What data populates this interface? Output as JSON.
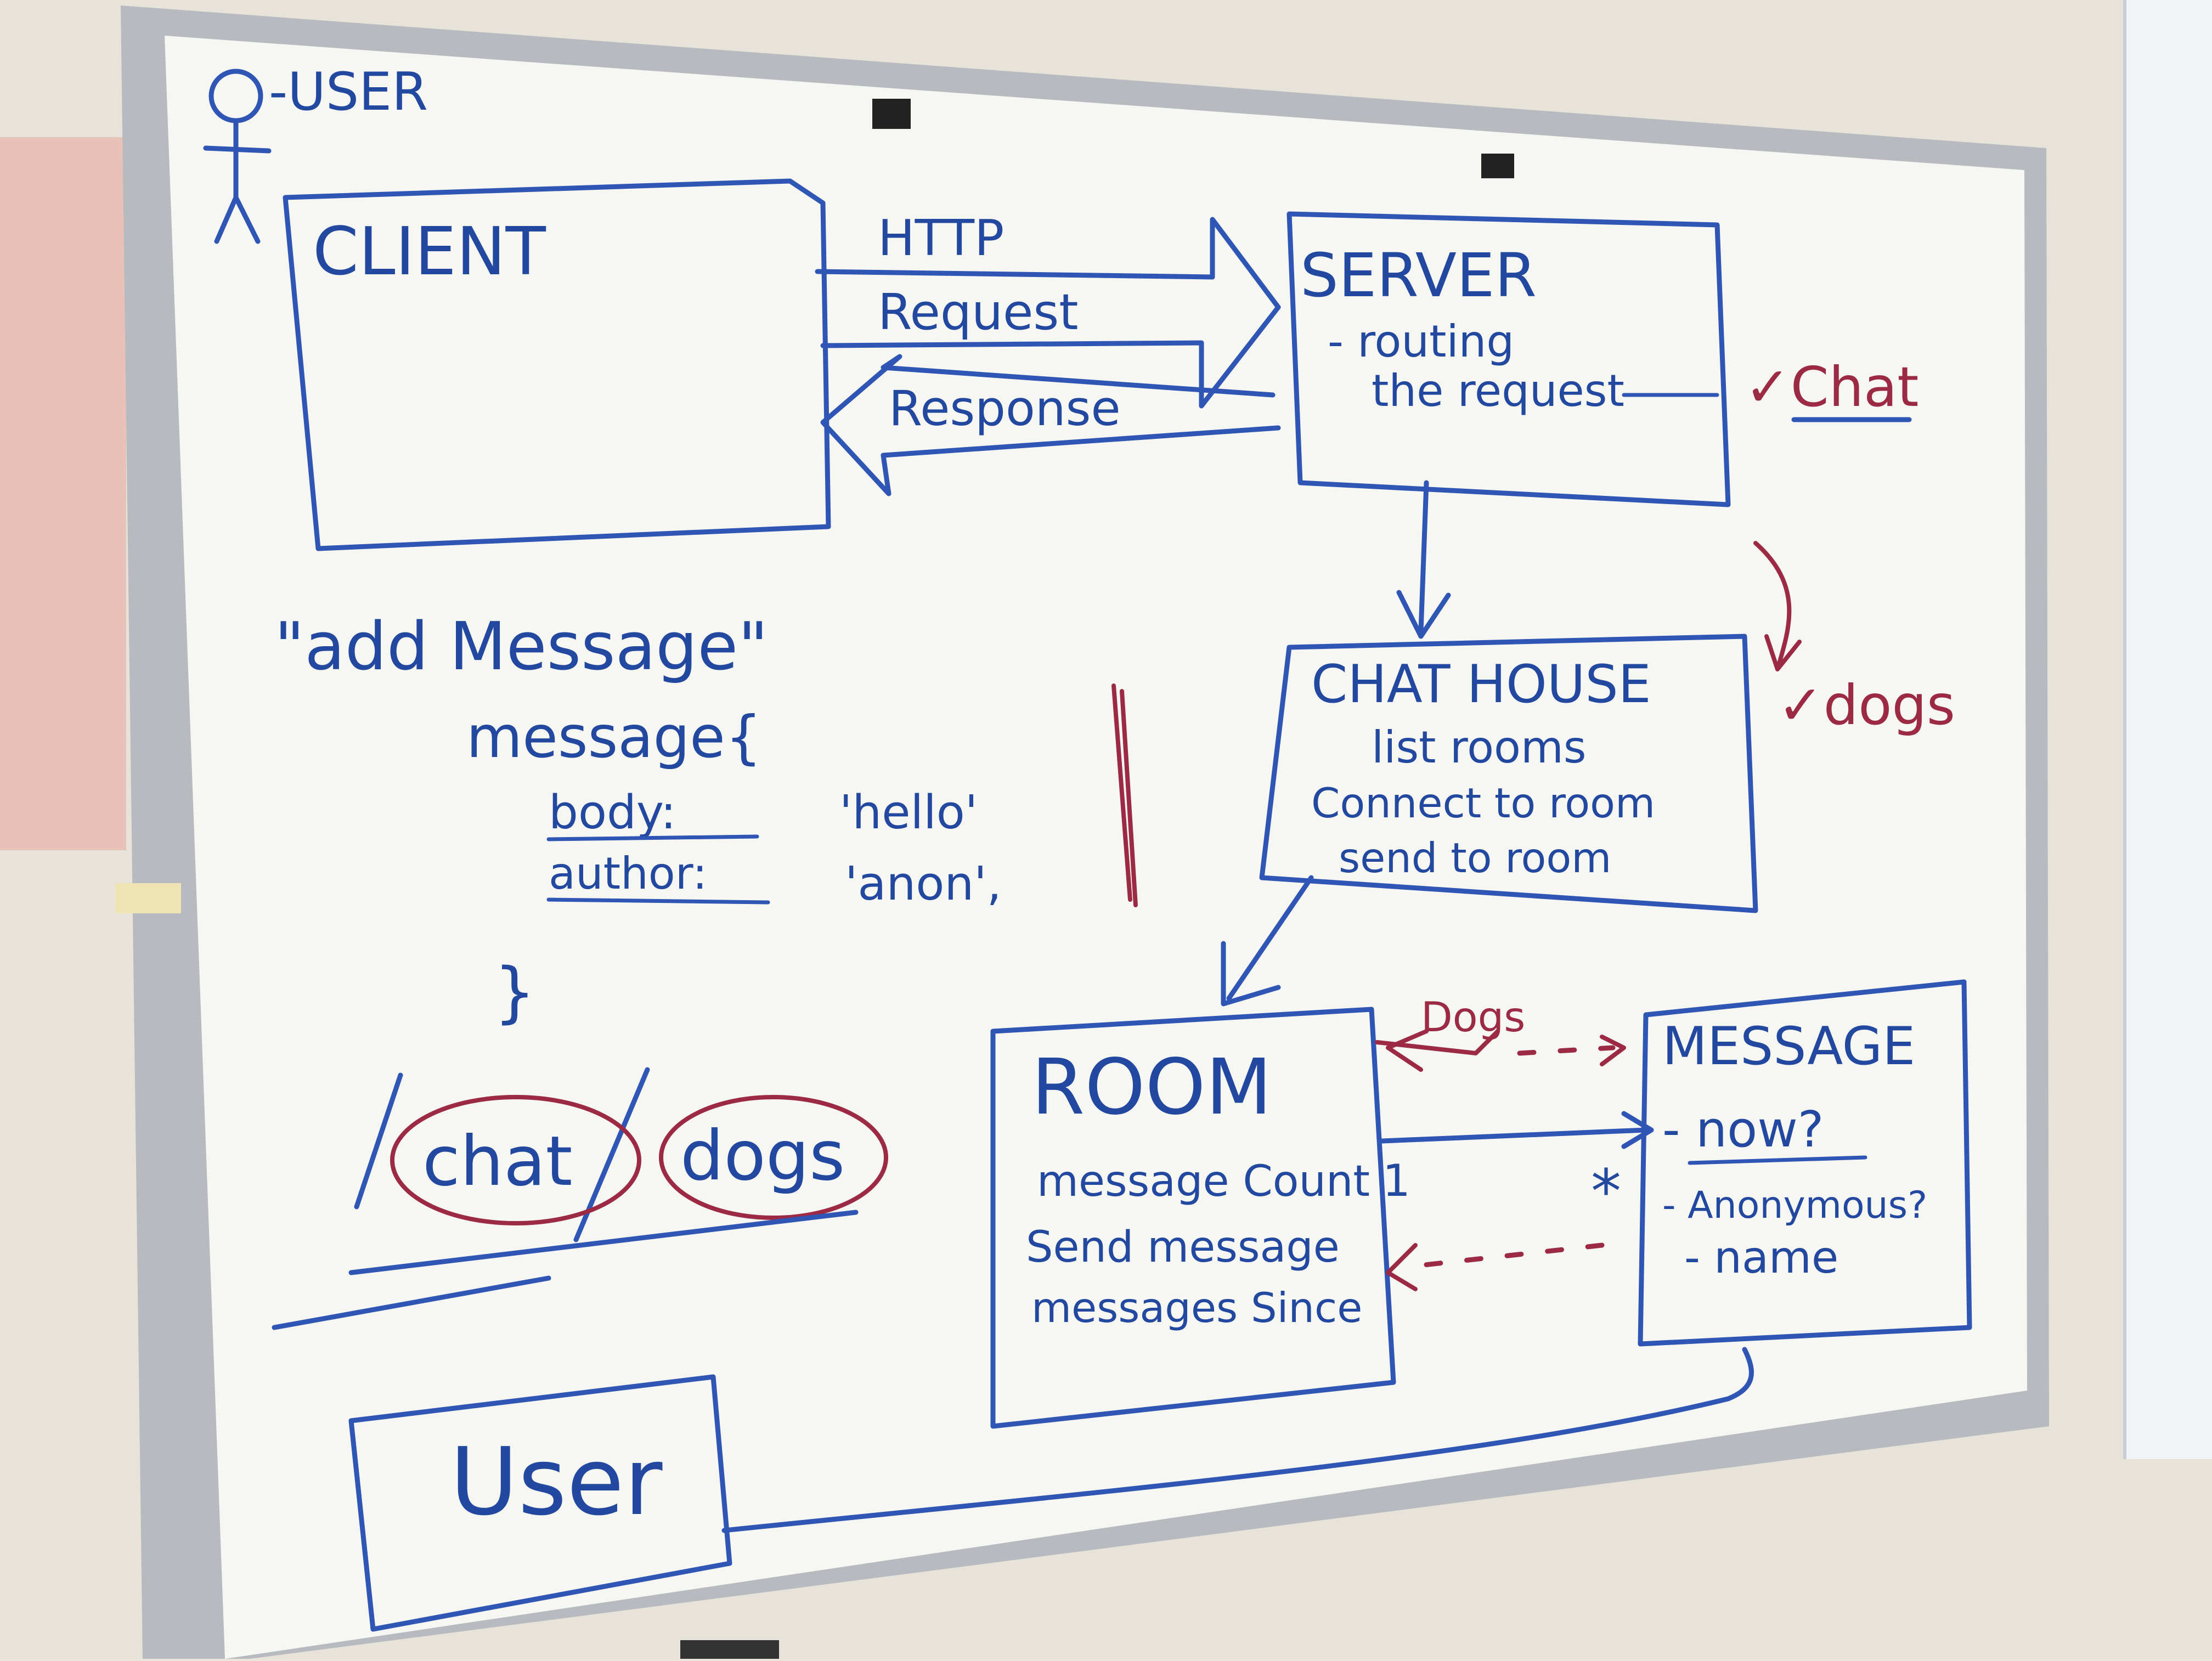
{
  "colors": {
    "marker_blue": "#2f55b5",
    "marker_red": "#9c2a45",
    "board": "#f6f6f3",
    "frame": "#b9bcc0"
  },
  "user_actor": {
    "label": "-USER"
  },
  "client": {
    "title": "CLIENT"
  },
  "http_request": {
    "line1": "HTTP",
    "line2": "Request"
  },
  "response": {
    "label": "Response"
  },
  "server": {
    "title": "SERVER",
    "line1": "- routing",
    "line2": "the request"
  },
  "annotations": {
    "chat_check": "✓Chat",
    "dogs_check": "✓dogs",
    "dogs_arrow": "Dogs"
  },
  "chat_house": {
    "title": "CHAT HOUSE",
    "items": [
      "list rooms",
      "Connect to room",
      "send to room"
    ]
  },
  "add_message": {
    "title": "\"add Message\"",
    "object_name": "message{",
    "fields": [
      {
        "key": "body:",
        "value": "'hello'"
      },
      {
        "key": "author:",
        "value": "'anon',"
      }
    ],
    "closing": "}"
  },
  "paths": {
    "chat": "chat",
    "dogs": "dogs"
  },
  "room": {
    "title": "ROOM",
    "items": [
      "message Count",
      "Send message",
      "messages Since"
    ]
  },
  "message": {
    "title": "MESSAGE",
    "items": [
      "- now?",
      "- Anonymous?",
      "- name"
    ]
  },
  "multiplicity": {
    "one": "1",
    "many": "*"
  },
  "user_box": {
    "title": "User"
  }
}
